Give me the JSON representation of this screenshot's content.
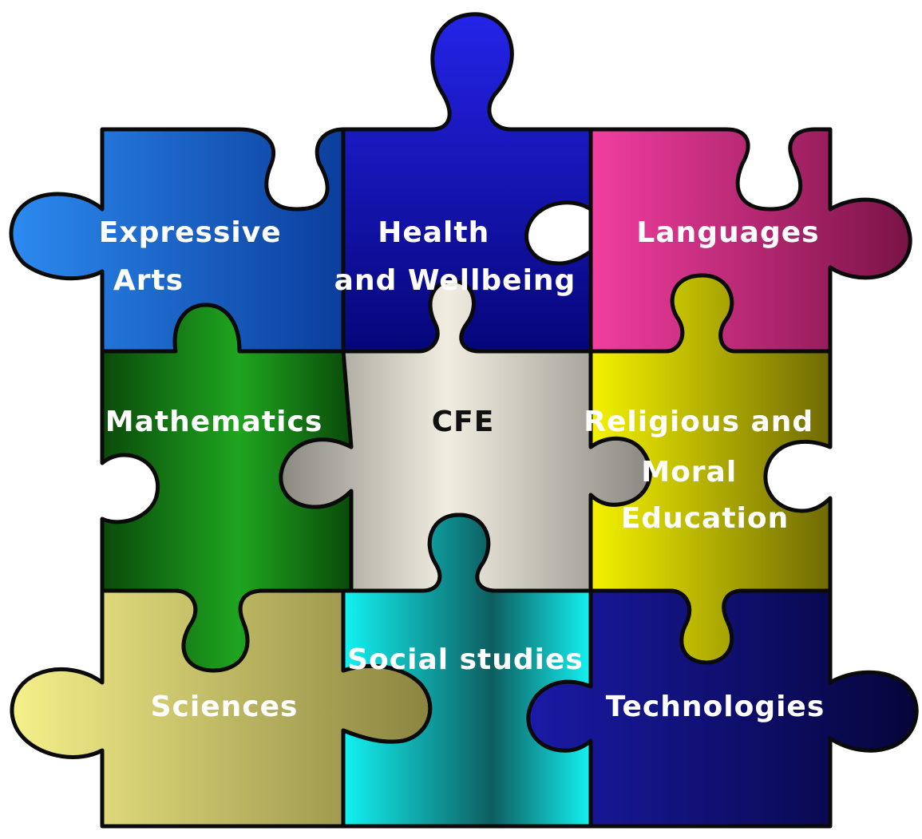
{
  "pieces": {
    "expressive_arts": {
      "label_line1": "Expressive",
      "label_line2": "Arts",
      "color_light": "#2c8af0",
      "color_dark": "#0a3c9a"
    },
    "health_wellbeing": {
      "label_line1": "Health",
      "label_line2": "and Wellbeing",
      "color_light": "#2424e8",
      "color_dark": "#06067a"
    },
    "languages": {
      "label": "Languages",
      "color_light": "#f23ea0",
      "color_dark": "#7a1346"
    },
    "mathematics": {
      "label": "Mathematics",
      "color_light": "#1fa51f",
      "color_dark": "#0a4a0a"
    },
    "cfe": {
      "label": "CFE",
      "color_light": "#f1ede1",
      "color_dark": "#8a8880"
    },
    "religious_moral": {
      "label_line1": "Religious and",
      "label_line2": "Moral",
      "label_line3": "Education",
      "color_light": "#f5f200",
      "color_dark": "#6e6a05"
    },
    "sciences": {
      "label": "Sciences",
      "color_light": "#f5f08a",
      "color_dark": "#8a8440"
    },
    "social_studies": {
      "label": "Social studies",
      "color_light": "#13f2f2",
      "color_dark": "#0d5e60"
    },
    "technologies": {
      "label": "Technologies",
      "color_light": "#1a1aa6",
      "color_dark": "#05053a"
    }
  }
}
